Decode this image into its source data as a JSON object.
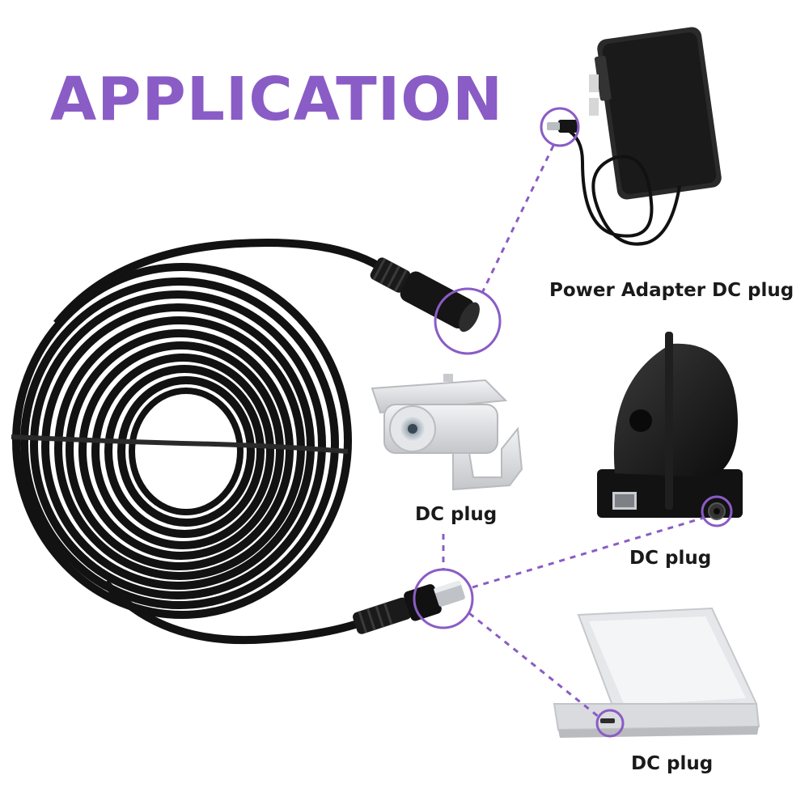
{
  "heading": {
    "text": "APPLICATION"
  },
  "labels": {
    "power_adapter": "Power Adapter DC plug",
    "bullet_camera": "DC plug",
    "ptz_camera": "DC plug",
    "laptop": "DC plug"
  },
  "colors": {
    "accent": "#8a5cc6",
    "cable": "#121212",
    "device_silver": "#d9dadd",
    "label_text": "#1a1a1a"
  },
  "illustrations": {
    "cable": "coiled-dc-extension-cable",
    "adapter": "power-adapter-icon",
    "bullet_camera": "bullet-camera-icon",
    "ptz_camera": "ptz-camera-icon",
    "laptop": "laptop-icon"
  }
}
